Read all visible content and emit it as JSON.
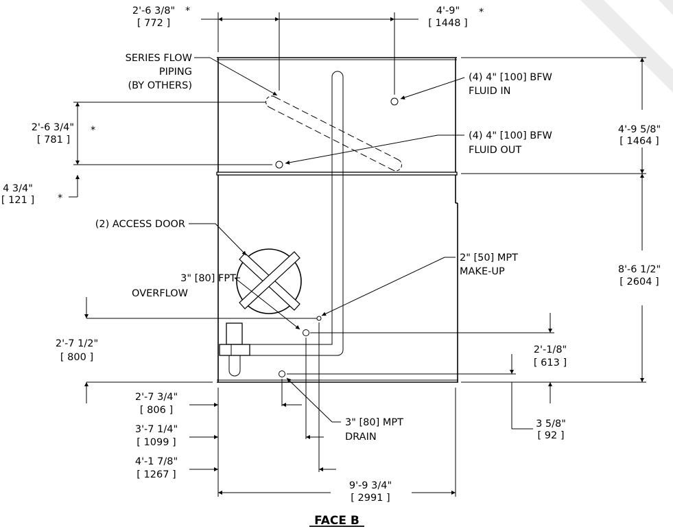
{
  "title": "FACE B",
  "colors": {
    "line": "#000000",
    "watermark": "#e6e6e6",
    "background": "#ffffff"
  },
  "callouts": {
    "series_flow": [
      "SERIES FLOW",
      "PIPING",
      "(BY OTHERS)"
    ],
    "fluid_in": [
      "(4) 4\" [100] BFW",
      "FLUID IN"
    ],
    "fluid_out": [
      "(4) 4\" [100] BFW",
      "FLUID OUT"
    ],
    "access_door": "(2) ACCESS DOOR",
    "overflow": [
      "3\" [80] FPT",
      "OVERFLOW"
    ],
    "makeup": [
      "2\" [50] MPT",
      "MAKE-UP"
    ],
    "drain": [
      "3\" [80] MPT",
      "DRAIN"
    ]
  },
  "dimensions": {
    "top_left": {
      "imperial": "2'-6 3/8\"",
      "metric": "[ 772 ]",
      "mark": "*"
    },
    "top_right": {
      "imperial": "4'-9\"",
      "metric": "[ 1448 ]",
      "mark": "*"
    },
    "left_upper": {
      "imperial": "2'-6 3/4\"",
      "metric": "[ 781 ]",
      "mark": "*"
    },
    "left_small": {
      "imperial": "4 3/4\"",
      "metric": "[ 121 ]",
      "mark": "*"
    },
    "left_lower": {
      "imperial": "2'-7 1/2\"",
      "metric": "[ 800 ]"
    },
    "bottom_1": {
      "imperial": "2'-7 3/4\"",
      "metric": "[ 806 ]"
    },
    "bottom_2": {
      "imperial": "3'-7 1/4\"",
      "metric": "[ 1099 ]"
    },
    "bottom_3": {
      "imperial": "4'-1 7/8\"",
      "metric": "[ 1267 ]"
    },
    "overall_width": {
      "imperial": "9'-9 3/4\"",
      "metric": "[ 2991 ]"
    },
    "right_upper": {
      "imperial": "4'-9 5/8\"",
      "metric": "[ 1464 ]"
    },
    "right_lower": {
      "imperial": "8'-6 1/2\"",
      "metric": "[ 2604 ]"
    },
    "makeup_height": {
      "imperial": "2'-1/8\"",
      "metric": "[ 613 ]"
    },
    "drain_height": {
      "imperial": "3 5/8\"",
      "metric": "[ 92 ]"
    }
  }
}
